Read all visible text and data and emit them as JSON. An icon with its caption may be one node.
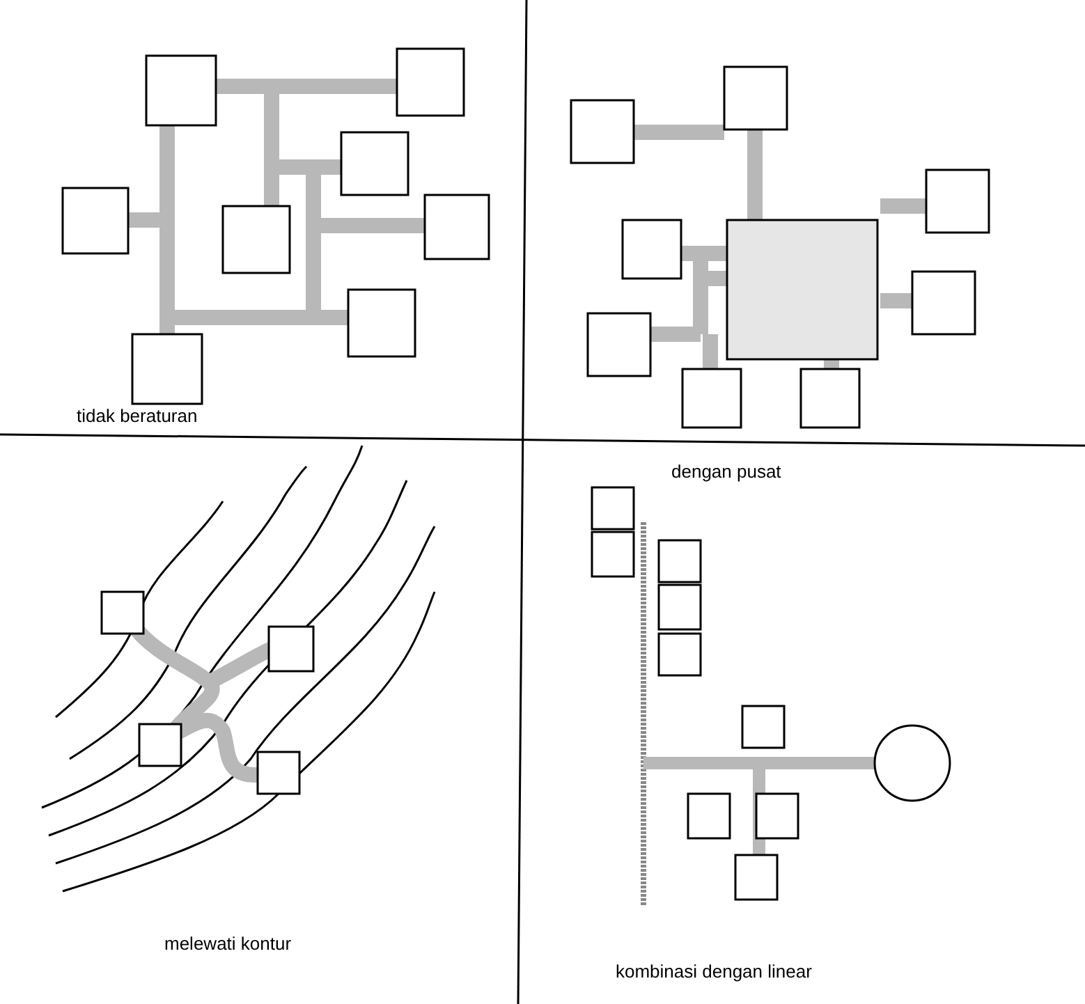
{
  "diagram": {
    "labels": [
      "tidak beraturan",
      "dengan pusat",
      "melewati kontur",
      "kombinasi dengan linear"
    ]
  }
}
